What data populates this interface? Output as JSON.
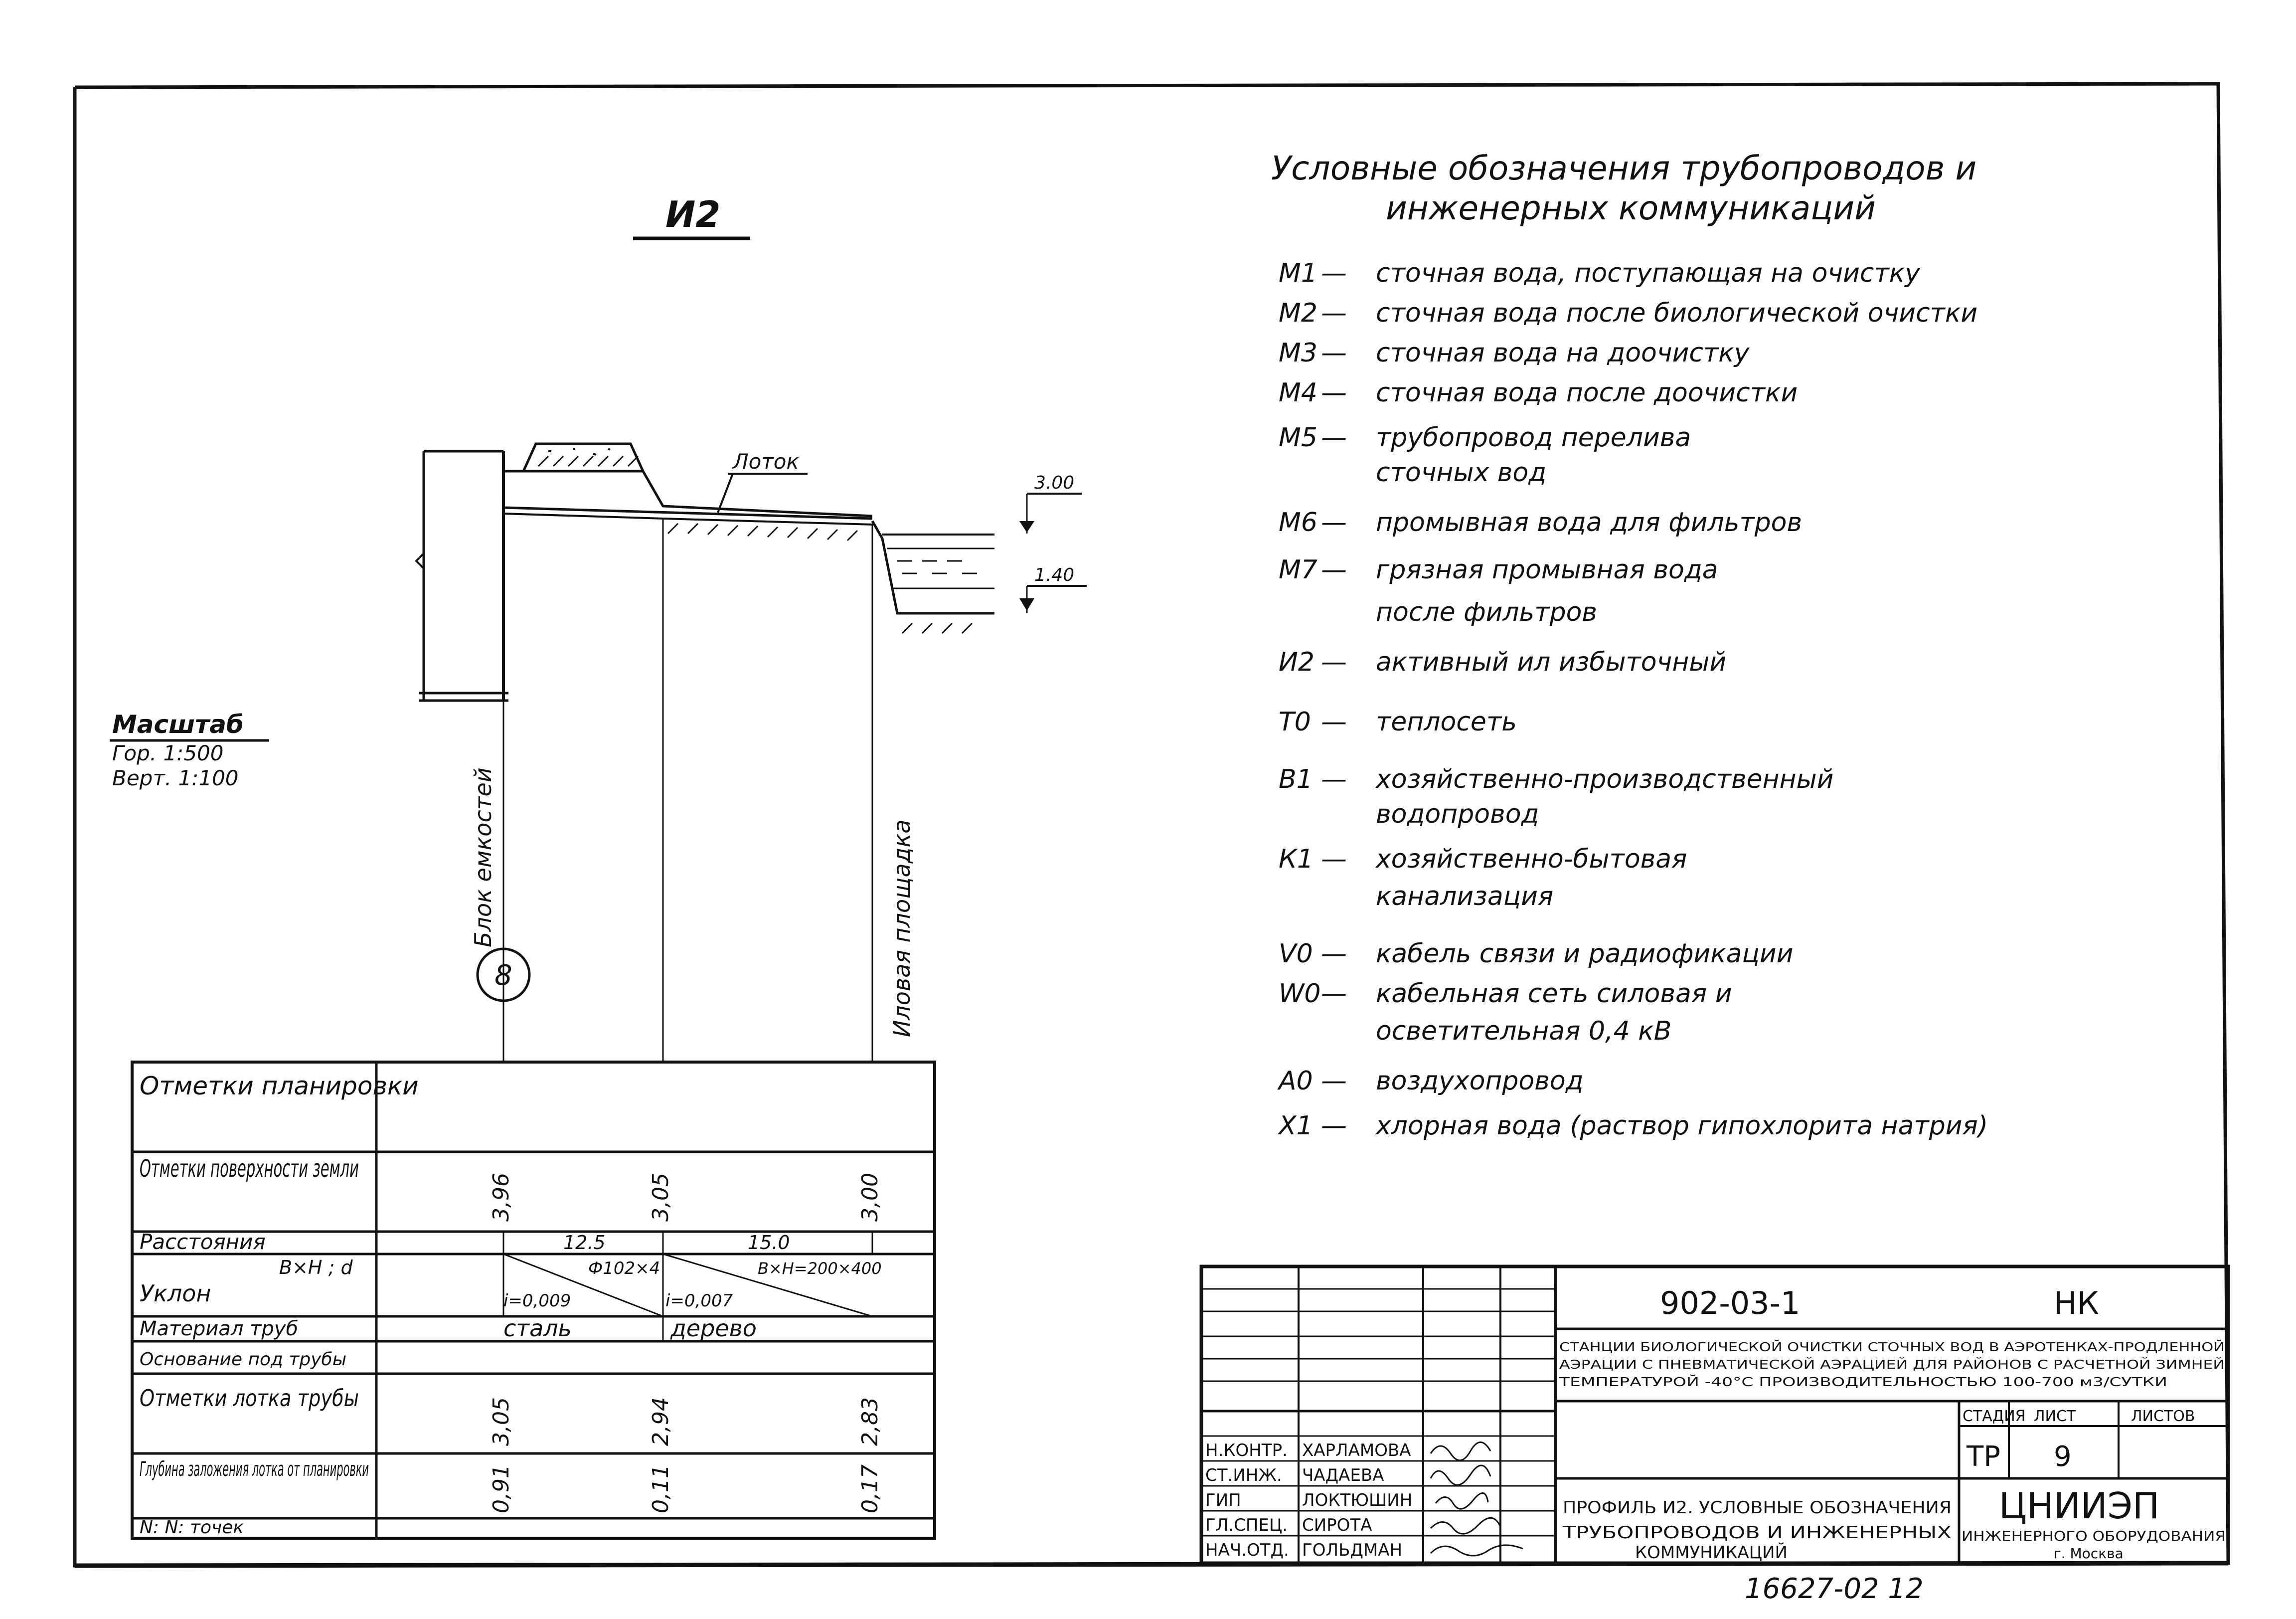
{
  "profile": {
    "title": "И2",
    "scale_title": "Масштаб",
    "scale_horizontal": "Гор. 1:500",
    "scale_vertical": "Верт. 1:100",
    "tray_label": "Лоток",
    "level_top": "3.00",
    "level_bottom": "1.40",
    "label_block": "Блок емкостей",
    "label_platform": "Иловая площадка",
    "node_number": "8"
  },
  "profile_table": {
    "rows": [
      {
        "label": "Отметки планировки",
        "values": [
          "",
          "",
          ""
        ]
      },
      {
        "label": "Отметки поверхности земли",
        "values": [
          "3,96",
          "3,05",
          "3,00"
        ]
      },
      {
        "label": "Расстояния",
        "values": [
          "12.5",
          "15.0"
        ]
      },
      {
        "label": "Уклон",
        "sub": "B×H ; d",
        "values": [
          "i=0,009",
          "Ф102×4",
          "i=0,007",
          "B×H=200×400"
        ]
      },
      {
        "label": "Материал труб",
        "values": [
          "сталь",
          "дерево"
        ]
      },
      {
        "label": "Основание под трубы",
        "values": []
      },
      {
        "label": "Отметки лотка трубы",
        "values": [
          "3,05",
          "2,94",
          "2,83"
        ]
      },
      {
        "label": "Глубина заложения лотка от планировки",
        "values": [
          "0,91",
          "0,11",
          "0,17"
        ]
      },
      {
        "label": "N: N: точек",
        "values": []
      }
    ]
  },
  "legend": {
    "title_line1": "Условные обозначения трубопроводов и",
    "title_line2": "инженерных коммуникаций",
    "items": [
      {
        "code": "М1",
        "lines": [
          "сточная вода, поступающая на очистку"
        ]
      },
      {
        "code": "М2",
        "lines": [
          "сточная вода после биологической очистки"
        ]
      },
      {
        "code": "М3",
        "lines": [
          "сточная вода на доочистку"
        ]
      },
      {
        "code": "М4",
        "lines": [
          "сточная вода после доочистки"
        ]
      },
      {
        "code": "М5",
        "lines": [
          "трубопровод перелива",
          "сточных вод"
        ]
      },
      {
        "code": "М6",
        "lines": [
          "промывная вода для фильтров"
        ]
      },
      {
        "code": "М7",
        "lines": [
          "грязная промывная вода",
          "после фильтров"
        ]
      },
      {
        "code": "И2",
        "lines": [
          "активный ил избыточный"
        ]
      },
      {
        "code": "Т0",
        "lines": [
          "теплосеть"
        ]
      },
      {
        "code": "В1",
        "lines": [
          "хозяйственно-производственный",
          "водопровод"
        ]
      },
      {
        "code": "К1",
        "lines": [
          "хозяйственно-бытовая",
          "канализация"
        ]
      },
      {
        "code": "V0",
        "lines": [
          "кабель связи и радиофикации"
        ]
      },
      {
        "code": "W0",
        "lines": [
          "кабельная сеть силовая и",
          "осветительная 0,4 кВ"
        ]
      },
      {
        "code": "А0",
        "lines": [
          "воздухопровод"
        ]
      },
      {
        "code": "Х1",
        "lines": [
          "хлорная вода (раствор гипохлорита натрия)"
        ]
      }
    ]
  },
  "title_block": {
    "doc_code": "902-03-1",
    "mark": "НК",
    "project_line1": "СТАНЦИИ БИОЛОГИЧЕСКОЙ ОЧИСТКИ СТОЧНЫХ ВОД В АЭРОТЕНКАХ-ПРОДЛЕННОЙ",
    "project_line2": "АЭРАЦИИ С ПНЕВМАТИЧЕСКОЙ АЭРАЦИЕЙ ДЛЯ РАЙОНОВ С РАСЧЕТНОЙ ЗИМНЕЙ",
    "project_line3": "ТЕМПЕРАТУРОЙ -40°С ПРОИЗВОДИТЕЛЬНОСТЬЮ 100-700 м3/СУТКИ",
    "stage_header": "СТАДИЯ",
    "sheet_header": "ЛИСТ",
    "sheets_header": "ЛИСТОВ",
    "stage": "ТР",
    "sheet": "9",
    "sheets": "",
    "sheet_title_line1": "ПРОФИЛЬ И2. УСЛОВНЫЕ ОБОЗНАЧЕНИЯ",
    "sheet_title_line2": "ТРУБОПРОВОДОВ И ИНЖЕНЕРНЫХ",
    "sheet_title_line3": "КОММУНИКАЦИЙ",
    "org_name": "ЦНИИЭП",
    "org_line2": "ИНЖЕНЕРНОГО ОБОРУДОВАНИЯ",
    "org_city": "г. Москва",
    "staff": [
      {
        "role": "Н.КОНТР.",
        "name": "ХАРЛАМОВА"
      },
      {
        "role": "СТ.ИНЖ.",
        "name": "ЧАДАЕВА"
      },
      {
        "role": "ГИП",
        "name": "ЛОКТЮШИН"
      },
      {
        "role": "ГЛ.СПЕЦ.",
        "name": "СИРОТА"
      },
      {
        "role": "НАЧ.ОТД.",
        "name": "ГОЛЬДМАН"
      }
    ],
    "inventory_number": "16627-02 12"
  }
}
